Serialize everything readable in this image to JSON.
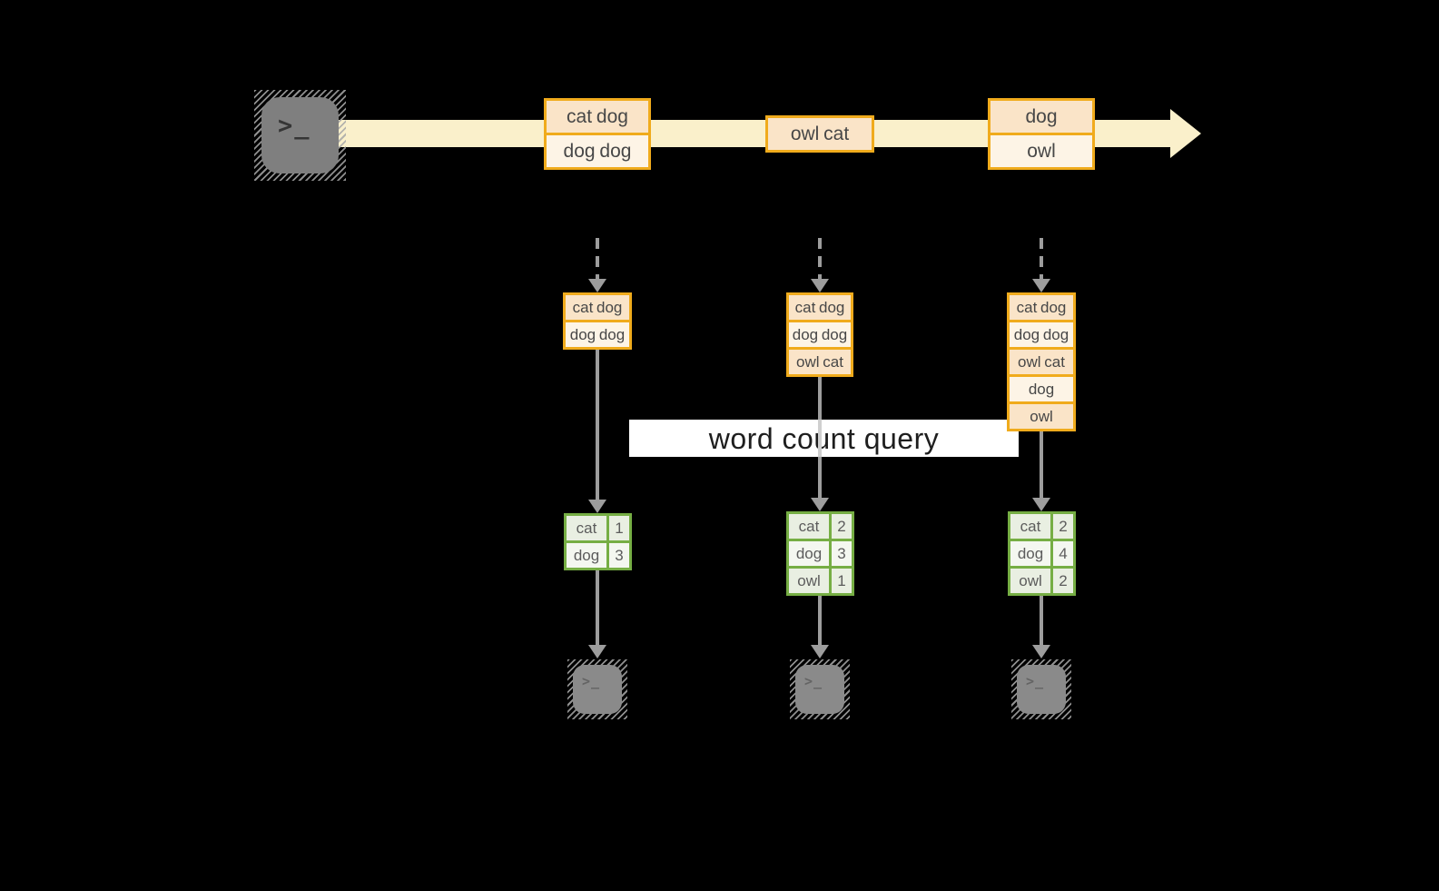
{
  "banner": {
    "label": "word count query"
  },
  "stream": {
    "batches": [
      {
        "items": [
          "cat dog",
          "dog dog"
        ]
      },
      {
        "items": [
          "owl cat"
        ]
      },
      {
        "items": [
          "dog",
          "owl"
        ]
      }
    ]
  },
  "columns": [
    {
      "buffer": [
        "cat dog",
        "dog dog"
      ],
      "counts": [
        {
          "word": "cat",
          "count": "1"
        },
        {
          "word": "dog",
          "count": "3"
        }
      ]
    },
    {
      "buffer": [
        "cat dog",
        "dog dog",
        "owl cat"
      ],
      "counts": [
        {
          "word": "cat",
          "count": "2"
        },
        {
          "word": "dog",
          "count": "3"
        },
        {
          "word": "owl",
          "count": "1"
        }
      ]
    },
    {
      "buffer": [
        "cat dog",
        "dog dog",
        "owl cat",
        "dog",
        "owl"
      ],
      "counts": [
        {
          "word": "cat",
          "count": "2"
        },
        {
          "word": "dog",
          "count": "4"
        },
        {
          "word": "owl",
          "count": "2"
        }
      ]
    }
  ],
  "terminal": {
    "prompt": ">_"
  },
  "colors": {
    "background": "#000000",
    "stream_band": "#FAF0CB",
    "box_border": "#F0AB1C",
    "box_fill_peach": "#FAE4C8",
    "box_fill_cream": "#FDF4E6",
    "table_border": "#76AE44",
    "cell_fill_dark": "#E9EFE2",
    "cell_fill_light": "#F4F7F0",
    "arrow_gray": "#9D9D9D",
    "terminal_gray": "#7F7F7F",
    "banner_bg": "#FFFFFF"
  }
}
